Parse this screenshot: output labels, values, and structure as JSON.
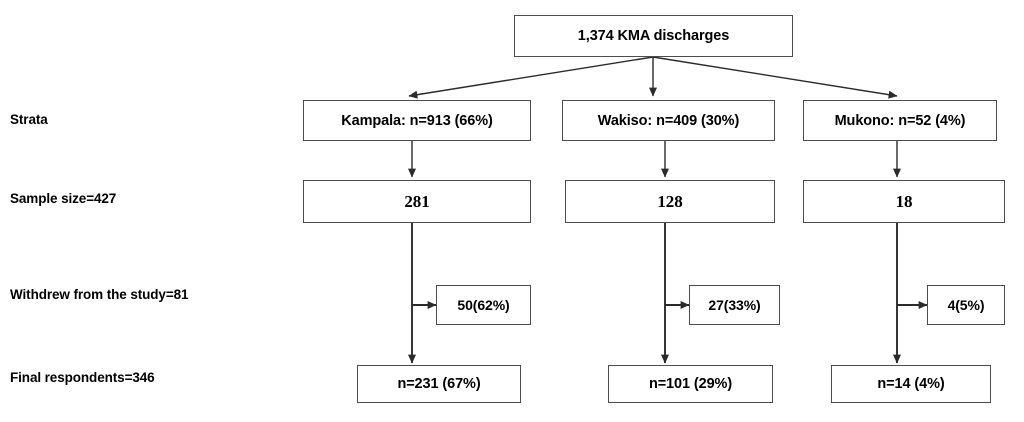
{
  "diagram": {
    "title_box": {
      "label": "1,374 KMA discharges"
    },
    "row_labels": {
      "strata": "Strata",
      "sample_size": "Sample size=427",
      "withdrew": "Withdrew from the study=81",
      "final": "Final respondents=346"
    },
    "strata": [
      {
        "label": "Kampala: n=913 (66%)"
      },
      {
        "label": "Wakiso: n=409 (30%)"
      },
      {
        "label": "Mukono: n=52 (4%)"
      }
    ],
    "sample_sizes": [
      {
        "label": "281"
      },
      {
        "label": "128"
      },
      {
        "label": "18"
      }
    ],
    "withdrawals": [
      {
        "label": "50(62%)"
      },
      {
        "label": "27(33%)"
      },
      {
        "label": "4(5%)"
      }
    ],
    "final_respondents": [
      {
        "label": "n=231 (67%)"
      },
      {
        "label": "n=101 (29%)"
      },
      {
        "label": "n=14 (4%)"
      }
    ],
    "colors": {
      "box_border": "#4d4d4d",
      "connector": "#2b2b2b",
      "text": "#000000",
      "background": "#ffffff"
    }
  }
}
